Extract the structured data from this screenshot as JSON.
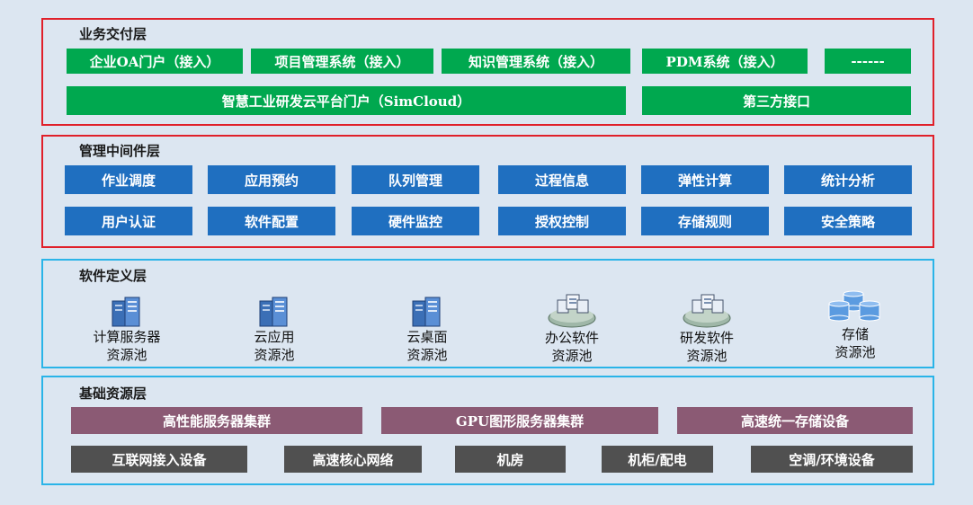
{
  "colors": {
    "green": "#00a84f",
    "blue": "#1f6fc0",
    "purple": "#8b5a74",
    "gray": "#505050",
    "red_border": "#e0202a",
    "cyan_border": "#2ab4e8"
  },
  "business_layer": {
    "title": "业务交付层",
    "row1": [
      "企业OA门户（接入）",
      "项目管理系统（接入）",
      "知识管理系统（接入）",
      "PDM系统（接入）",
      "------"
    ],
    "row2": [
      "智慧工业研发云平台门户（SimCloud）",
      "第三方接口"
    ]
  },
  "middleware_layer": {
    "title": "管理中间件层",
    "row1": [
      "作业调度",
      "应用预约",
      "队列管理",
      "过程信息",
      "弹性计算",
      "统计分析"
    ],
    "row2": [
      "用户认证",
      "软件配置",
      "硬件监控",
      "授权控制",
      "存储规则",
      "安全策略"
    ]
  },
  "software_layer": {
    "title": "软件定义层",
    "pools": [
      {
        "line1": "计算服务器",
        "line2": "资源池",
        "icon": "server-icon"
      },
      {
        "line1": "云应用",
        "line2": "资源池",
        "icon": "server-icon"
      },
      {
        "line1": "云桌面",
        "line2": "资源池",
        "icon": "server-icon"
      },
      {
        "line1": "办公软件",
        "line2": "资源池",
        "icon": "software-cluster-icon"
      },
      {
        "line1": "研发软件",
        "line2": "资源池",
        "icon": "software-cluster-icon"
      },
      {
        "line1": "存储",
        "line2": "资源池",
        "icon": "storage-icon"
      }
    ]
  },
  "infra_layer": {
    "title": "基础资源层",
    "row1": [
      "高性能服务器集群",
      "GPU图形服务器集群",
      "高速统一存储设备"
    ],
    "row2": [
      "互联网接入设备",
      "高速核心网络",
      "机房",
      "机柜/配电",
      "空调/环境设备"
    ]
  }
}
